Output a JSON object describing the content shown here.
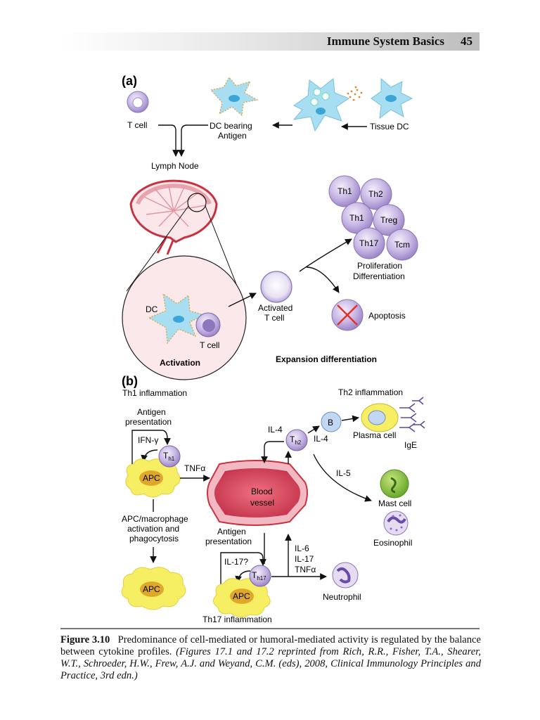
{
  "header": {
    "title": "Immune System Basics",
    "page_number": "45"
  },
  "panel_a": {
    "label": "(a)",
    "t_cell": "T cell",
    "dc_bearing_1": "DC bearing",
    "dc_bearing_2": "Antigen",
    "tissue_dc": "Tissue DC",
    "lymph_node": "Lymph Node",
    "dc": "DC",
    "t_cell_inner": "T cell",
    "activation": "Activation",
    "activated_1": "Activated",
    "activated_2": "T cell",
    "cells": [
      "Th1",
      "Th2",
      "Th1",
      "Treg",
      "Th17",
      "Tcm"
    ],
    "proliferation_1": "Proliferation",
    "proliferation_2": "Differentiation",
    "apoptosis": "Apoptosis",
    "expansion": "Expansion differentiation"
  },
  "panel_b": {
    "label": "(b)",
    "th1_inflammation": "Th1 inflammation",
    "antigen_presentation_1": "Antigen",
    "antigen_presentation_2": "presentation",
    "ifn": "IFN-γ",
    "th1_main": "T",
    "th1_sub": "h1",
    "tnf_1": "TNFα",
    "apc": "APC",
    "apc_mac_1": "APC/macrophage",
    "apc_mac_2": "activation and",
    "apc_mac_3": "phagocytosis",
    "apc_bottom": "APC",
    "blood_1": "Blood",
    "blood_2": "vessel",
    "il4_left": "IL-4",
    "th2_main": "T",
    "th2_sub": "h2",
    "il4_right": "IL-4",
    "b_cell": "B",
    "th2_inflammation": "Th2 inflammation",
    "plasma_cell": "Plasma cell",
    "ige": "IgE",
    "il5": "IL-5",
    "mast_cell": "Mast cell",
    "eosinophil": "Eosinophil",
    "antigen2_1": "Antigen",
    "antigen2_2": "presentation",
    "il17q": "IL-17?",
    "th17_main": "T",
    "th17_sub": "h17",
    "apc_th17": "APC",
    "il6": "IL-6",
    "il17": "IL-17",
    "tnf_2": "TNFα",
    "neutrophil": "Neutrophil",
    "th17_inflammation": "Th17 inflammation"
  },
  "caption": {
    "label": "Figure 3.10",
    "text": "Predominance of cell-mediated or humoral-mediated activity is regulated by the balance between cytokine profiles.",
    "italic": "(Figures 17.1 and 17.2 reprinted from Rich, R.R., Fisher, T.A., Shearer, W.T., Schroeder, H.W., Frew, A.J. and Weyand, C.M. (eds), 2008, Clinical Immunology Principles and Practice, 3rd edn.)"
  },
  "colors": {
    "tcell": "#b9a6d9",
    "dc": "#8fd3ec",
    "apc": "#f5ec5a",
    "vessel": "#d8475a",
    "mast": "#8cc63f"
  }
}
